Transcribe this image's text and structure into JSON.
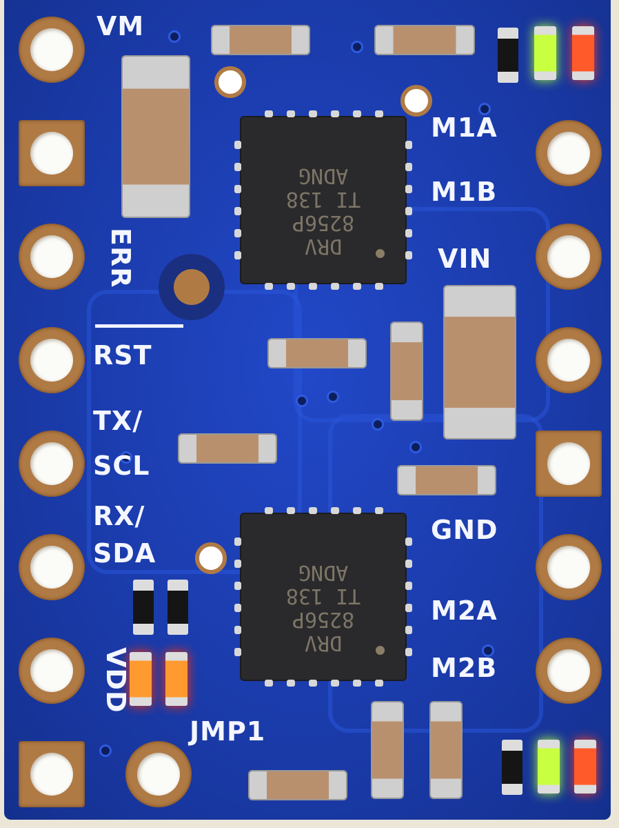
{
  "board": {
    "colors": {
      "pcb": "#1a3aa8",
      "pad": "#b07a45",
      "silkscreen": "#f4f6ff",
      "chip": "#2a2a2c"
    },
    "left_labels": {
      "vm": "VM",
      "err": "ERR",
      "rst": "RST",
      "tx": "TX/",
      "scl": "SCL",
      "rx": "RX/",
      "sda": "SDA",
      "vdd": "VDD",
      "jmp1": "JMP1"
    },
    "right_labels": {
      "m1a": "M1A",
      "m1b": "M1B",
      "vin": "VIN",
      "gnd": "GND",
      "m2a": "M2A",
      "m2b": "M2B"
    },
    "chips": [
      {
        "marking": "DRV\n8256P\nTI 138\nADNG"
      },
      {
        "marking": "DRV\n8256P\nTI 138\nADNG"
      }
    ],
    "led_colors": {
      "green": "#c8ff40",
      "red": "#ff5a2a",
      "orange": "#ff9a30"
    }
  }
}
